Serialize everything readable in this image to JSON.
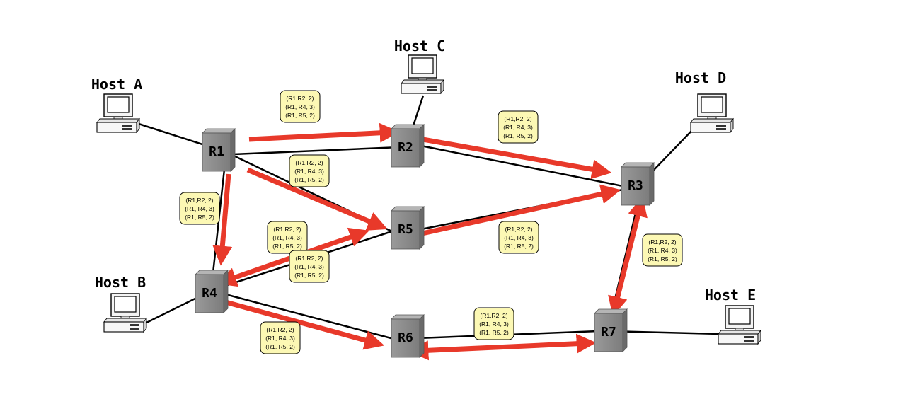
{
  "hosts": [
    {
      "id": "host-a",
      "label": "Host A"
    },
    {
      "id": "host-b",
      "label": "Host B"
    },
    {
      "id": "host-c",
      "label": "Host C"
    },
    {
      "id": "host-d",
      "label": "Host D"
    },
    {
      "id": "host-e",
      "label": "Host E"
    }
  ],
  "routers": [
    {
      "id": "r1",
      "label": "R1"
    },
    {
      "id": "r2",
      "label": "R2"
    },
    {
      "id": "r3",
      "label": "R3"
    },
    {
      "id": "r4",
      "label": "R4"
    },
    {
      "id": "r5",
      "label": "R5"
    },
    {
      "id": "r6",
      "label": "R6"
    },
    {
      "id": "r7",
      "label": "R7"
    }
  ],
  "lsa_lines": [
    "(R1,R2, 2)",
    "(R1, R4, 3)",
    "(R1, R5, 2)"
  ],
  "colors": {
    "flood_arrow": "#e8392a",
    "lsa_box_fill": "#fcf8b4",
    "lsa_box_stroke": "#000000",
    "router_fill": "#8a8a8a",
    "link": "#000000"
  },
  "links": [
    [
      "host-a",
      "r1"
    ],
    [
      "host-b",
      "r4"
    ],
    [
      "host-c",
      "r2"
    ],
    [
      "host-d",
      "r3"
    ],
    [
      "host-e",
      "r7"
    ],
    [
      "r1",
      "r2"
    ],
    [
      "r1",
      "r5"
    ],
    [
      "r1",
      "r4"
    ],
    [
      "r2",
      "r3"
    ],
    [
      "r5",
      "r3"
    ],
    [
      "r4",
      "r5"
    ],
    [
      "r4",
      "r6"
    ],
    [
      "r6",
      "r7"
    ],
    [
      "r7",
      "r3"
    ]
  ]
}
